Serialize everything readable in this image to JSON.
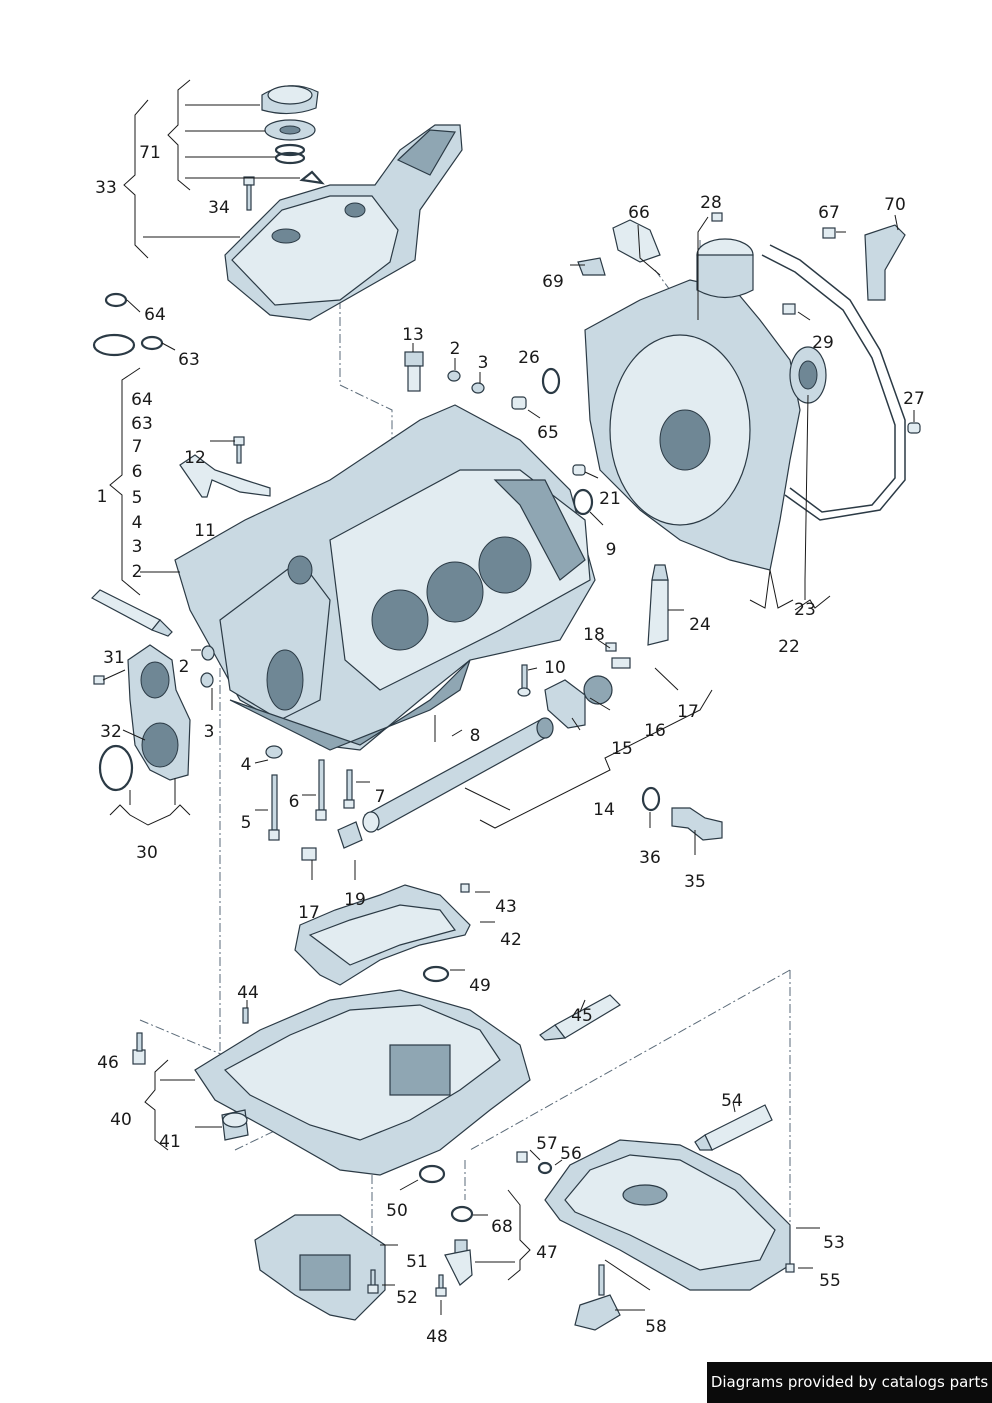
{
  "footer": {
    "text": "Diagrams provided by catalogs parts"
  },
  "labels": [
    {
      "id": "71",
      "text": "71"
    },
    {
      "id": "33",
      "text": "33"
    },
    {
      "id": "34",
      "text": "34"
    },
    {
      "id": "64a",
      "text": "64"
    },
    {
      "id": "63a",
      "text": "63"
    },
    {
      "id": "13",
      "text": "13"
    },
    {
      "id": "2a",
      "text": "2"
    },
    {
      "id": "3a",
      "text": "3"
    },
    {
      "id": "26",
      "text": "26"
    },
    {
      "id": "65",
      "text": "65"
    },
    {
      "id": "66",
      "text": "66"
    },
    {
      "id": "28",
      "text": "28"
    },
    {
      "id": "67",
      "text": "67"
    },
    {
      "id": "70",
      "text": "70"
    },
    {
      "id": "69",
      "text": "69"
    },
    {
      "id": "29",
      "text": "29"
    },
    {
      "id": "27",
      "text": "27"
    },
    {
      "id": "64b",
      "text": "64"
    },
    {
      "id": "63b",
      "text": "63"
    },
    {
      "id": "7a",
      "text": "7"
    },
    {
      "id": "6a",
      "text": "6"
    },
    {
      "id": "1",
      "text": "1"
    },
    {
      "id": "5a",
      "text": "5"
    },
    {
      "id": "4a",
      "text": "4"
    },
    {
      "id": "3b",
      "text": "3"
    },
    {
      "id": "2b",
      "text": "2"
    },
    {
      "id": "12",
      "text": "12"
    },
    {
      "id": "11",
      "text": "11"
    },
    {
      "id": "21",
      "text": "21"
    },
    {
      "id": "9",
      "text": "9"
    },
    {
      "id": "24",
      "text": "24"
    },
    {
      "id": "23",
      "text": "23"
    },
    {
      "id": "22",
      "text": "22"
    },
    {
      "id": "31",
      "text": "31"
    },
    {
      "id": "2c",
      "text": "2"
    },
    {
      "id": "32",
      "text": "32"
    },
    {
      "id": "3c",
      "text": "3"
    },
    {
      "id": "30",
      "text": "30"
    },
    {
      "id": "18",
      "text": "18"
    },
    {
      "id": "10",
      "text": "10"
    },
    {
      "id": "17a",
      "text": "17"
    },
    {
      "id": "16",
      "text": "16"
    },
    {
      "id": "15",
      "text": "15"
    },
    {
      "id": "8",
      "text": "8"
    },
    {
      "id": "4b",
      "text": "4"
    },
    {
      "id": "6b",
      "text": "6"
    },
    {
      "id": "7b",
      "text": "7"
    },
    {
      "id": "5b",
      "text": "5"
    },
    {
      "id": "14",
      "text": "14"
    },
    {
      "id": "36",
      "text": "36"
    },
    {
      "id": "35",
      "text": "35"
    },
    {
      "id": "19",
      "text": "19"
    },
    {
      "id": "17b",
      "text": "17"
    },
    {
      "id": "43",
      "text": "43"
    },
    {
      "id": "42",
      "text": "42"
    },
    {
      "id": "49",
      "text": "49"
    },
    {
      "id": "44",
      "text": "44"
    },
    {
      "id": "45",
      "text": "45"
    },
    {
      "id": "46",
      "text": "46"
    },
    {
      "id": "40",
      "text": "40"
    },
    {
      "id": "41",
      "text": "41"
    },
    {
      "id": "54",
      "text": "54"
    },
    {
      "id": "57",
      "text": "57"
    },
    {
      "id": "56",
      "text": "56"
    },
    {
      "id": "50",
      "text": "50"
    },
    {
      "id": "68",
      "text": "68"
    },
    {
      "id": "47",
      "text": "47"
    },
    {
      "id": "53",
      "text": "53"
    },
    {
      "id": "55",
      "text": "55"
    },
    {
      "id": "51",
      "text": "51"
    },
    {
      "id": "52",
      "text": "52"
    },
    {
      "id": "48",
      "text": "48"
    },
    {
      "id": "58",
      "text": "58"
    }
  ]
}
